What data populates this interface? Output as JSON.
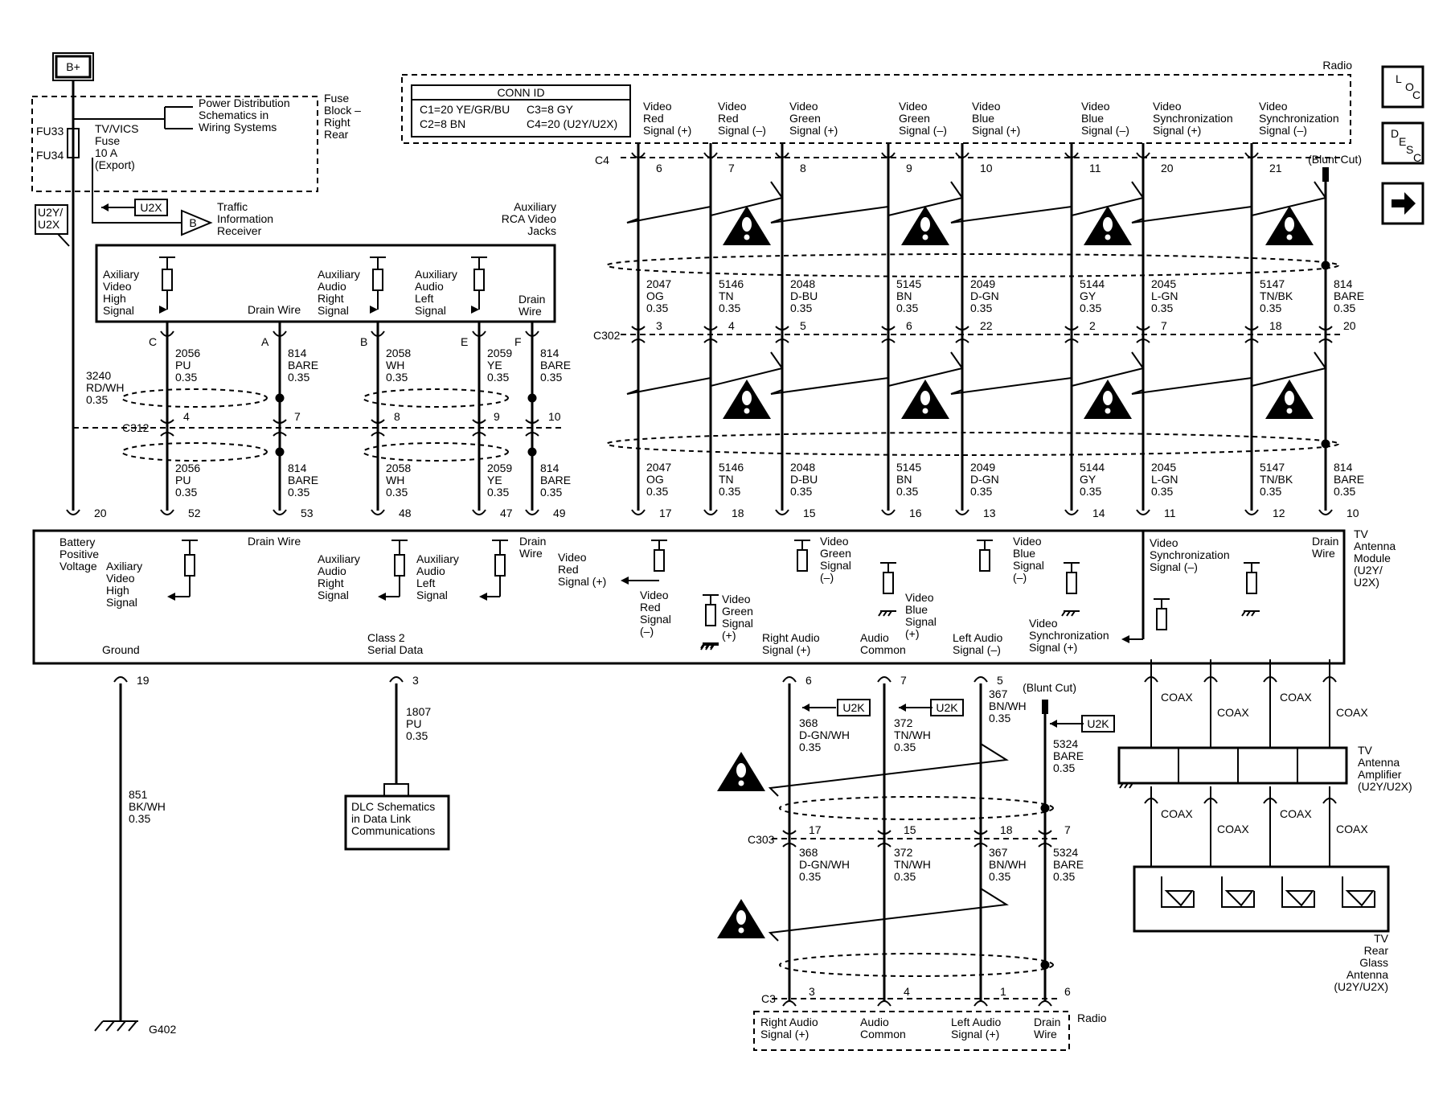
{
  "b_plus": "B+",
  "nav": {
    "loc": [
      "L",
      "O",
      "C"
    ],
    "desc": [
      "D",
      "E",
      "S",
      "C"
    ],
    "next_icon": "arrow-right-icon"
  },
  "fuse": {
    "fu33": "FU33",
    "fu34": "FU34",
    "name": [
      "TV/VICS",
      "Fuse",
      "10 A",
      "(Export)"
    ],
    "block": [
      "Fuse",
      "Block –",
      "Right",
      "Rear"
    ],
    "pd": [
      "Power Distribution",
      "Schematics in",
      "Wiring Systems"
    ]
  },
  "u2y_flag": [
    "U2Y/",
    "U2X"
  ],
  "u2x": "U2X",
  "u2k": "U2K",
  "tir": {
    "letter": "B",
    "label": [
      "Traffic",
      "Information",
      "Receiver"
    ]
  },
  "conn_id": {
    "title": "CONN ID",
    "l1a": "C1=20 YE/GR/BU",
    "l1b": "C3=8 GY",
    "l2a": "C2=8 BN",
    "l2b": "C4=20 (U2Y/U2X)"
  },
  "radio": "Radio",
  "blunt_cut": "(Blunt Cut)",
  "top_signals": [
    [
      "Video",
      "Red",
      "Signal (+)"
    ],
    [
      "Video",
      "Red",
      "Signal (–)"
    ],
    [
      "Video",
      "Green",
      "Signal (+)"
    ],
    [
      "Video",
      "Green",
      "Signal (–)"
    ],
    [
      "Video",
      "Blue",
      "Signal (+)"
    ],
    [
      "Video",
      "Blue",
      "Signal (–)"
    ],
    [
      "Video",
      "Synchronization",
      "Signal (+)"
    ],
    [
      "Video",
      "Synchronization",
      "Signal (–)"
    ]
  ],
  "c4": {
    "name": "C4",
    "pins": [
      "6",
      "7",
      "8",
      "9",
      "10",
      "11",
      "20",
      "21"
    ]
  },
  "c302": {
    "name": "C302",
    "pins": [
      "3",
      "4",
      "5",
      "6",
      "22",
      "2",
      "7",
      "18",
      "20"
    ]
  },
  "wires_video": [
    [
      "2047",
      "OG",
      "0.35"
    ],
    [
      "5146",
      "TN",
      "0.35"
    ],
    [
      "2048",
      "D-BU",
      "0.35"
    ],
    [
      "5145",
      "BN",
      "0.35"
    ],
    [
      "2049",
      "D-GN",
      "0.35"
    ],
    [
      "5144",
      "GY",
      "0.35"
    ],
    [
      "2045",
      "L-GN",
      "0.35"
    ],
    [
      "5147",
      "TN/BK",
      "0.35"
    ],
    [
      "814",
      "BARE",
      "0.35"
    ]
  ],
  "module_pins_right": [
    "17",
    "18",
    "15",
    "16",
    "13",
    "14",
    "11",
    "12",
    "10"
  ],
  "aux": {
    "title": [
      "Auxiliary",
      "RCA Video",
      "Jacks"
    ],
    "video": [
      "Axiliary",
      "Video",
      "High",
      "Signal"
    ],
    "drain": "Drain Wire",
    "right": [
      "Auxiliary",
      "Audio",
      "Right",
      "Signal"
    ],
    "left": [
      "Auxiliary",
      "Audio",
      "Left",
      "Signal"
    ],
    "drain2": [
      "Drain",
      "Wire"
    ],
    "letters": [
      "C",
      "A",
      "B",
      "E",
      "F"
    ]
  },
  "c312": {
    "name": "C312",
    "pins": [
      "4",
      "7",
      "8",
      "9",
      "10"
    ]
  },
  "wires_aux": [
    [
      "2056",
      "PU",
      "0.35"
    ],
    [
      "814",
      "BARE",
      "0.35"
    ],
    [
      "2058",
      "WH",
      "0.35"
    ],
    [
      "2059",
      "YE",
      "0.35"
    ],
    [
      "814",
      "BARE",
      "0.35"
    ]
  ],
  "wire_3240": [
    "3240",
    "RD/WH",
    "0.35"
  ],
  "module_pins_left": [
    "20",
    "52",
    "53",
    "48",
    "47",
    "49"
  ],
  "module": {
    "name": [
      "TV",
      "Antenna",
      "Module",
      "(U2Y/",
      "U2X)"
    ],
    "batt": [
      "Battery",
      "Positive",
      "Voltage"
    ],
    "axv": [
      "Axiliary",
      "Video",
      "High",
      "Signal"
    ],
    "drain": "Drain Wire",
    "aar": [
      "Auxiliary",
      "Audio",
      "Right",
      "Signal"
    ],
    "aal": [
      "Auxiliary",
      "Audio",
      "Left",
      "Signal"
    ],
    "drain2": [
      "Drain",
      "Wire"
    ],
    "vrp": [
      "Video",
      "Red",
      "Signal (+)"
    ],
    "vrm": [
      "Video",
      "Red",
      "Signal",
      "(–)"
    ],
    "vgm": [
      "Video",
      "Green",
      "Signal",
      "(–)"
    ],
    "vgp": [
      "Video",
      "Green",
      "Signal",
      "(+)"
    ],
    "vbm": [
      "Video",
      "Blue",
      "Signal",
      "(–)"
    ],
    "vbp": [
      "Video",
      "Blue",
      "Signal",
      "(+)"
    ],
    "vsm": [
      "Video",
      "Synchronization",
      "Signal (–)"
    ],
    "vsp": [
      "Video",
      "Synchronization",
      "Signal (+)"
    ],
    "drain3": [
      "Drain",
      "Wire"
    ],
    "ground": "Ground",
    "class2": [
      "Class 2",
      "Serial Data"
    ],
    "ra": [
      "Right Audio",
      "Signal (+)"
    ],
    "ac": [
      "Audio",
      "Common"
    ],
    "la": [
      "Left Audio",
      "Signal (–)"
    ]
  },
  "bottom_pins": {
    "gnd": "19",
    "c2": "3",
    "ra": "6",
    "ac": "7",
    "la": "5"
  },
  "w851": [
    "851",
    "BK/WH",
    "0.35"
  ],
  "w1807": [
    "1807",
    "PU",
    "0.35"
  ],
  "dlc": [
    "DLC Schematics",
    "in Data Link",
    "Communications"
  ],
  "g402": "G402",
  "audio_wires": [
    [
      "368",
      "D-GN/WH",
      "0.35"
    ],
    [
      "372",
      "TN/WH",
      "0.35"
    ],
    [
      "367",
      "BN/WH",
      "0.35"
    ],
    [
      "5324",
      "BARE",
      "0.35"
    ]
  ],
  "c303": {
    "name": "C303",
    "pins": [
      "17",
      "15",
      "18",
      "7"
    ]
  },
  "c3": {
    "name": "C3",
    "pins": [
      "3",
      "4",
      "1",
      "6"
    ]
  },
  "radio_bottom": {
    "ra": [
      "Right Audio",
      "Signal (+)"
    ],
    "ac": [
      "Audio",
      "Common"
    ],
    "la": [
      "Left Audio",
      "Signal (+)"
    ],
    "dw": [
      "Drain",
      "Wire"
    ],
    "label": "Radio"
  },
  "coax": "COAX",
  "amp": [
    "TV",
    "Antenna",
    "Amplifier",
    "(U2Y/U2X)"
  ],
  "antenna": [
    "TV",
    "Rear",
    "Glass",
    "Antenna",
    "(U2Y/U2X)"
  ]
}
